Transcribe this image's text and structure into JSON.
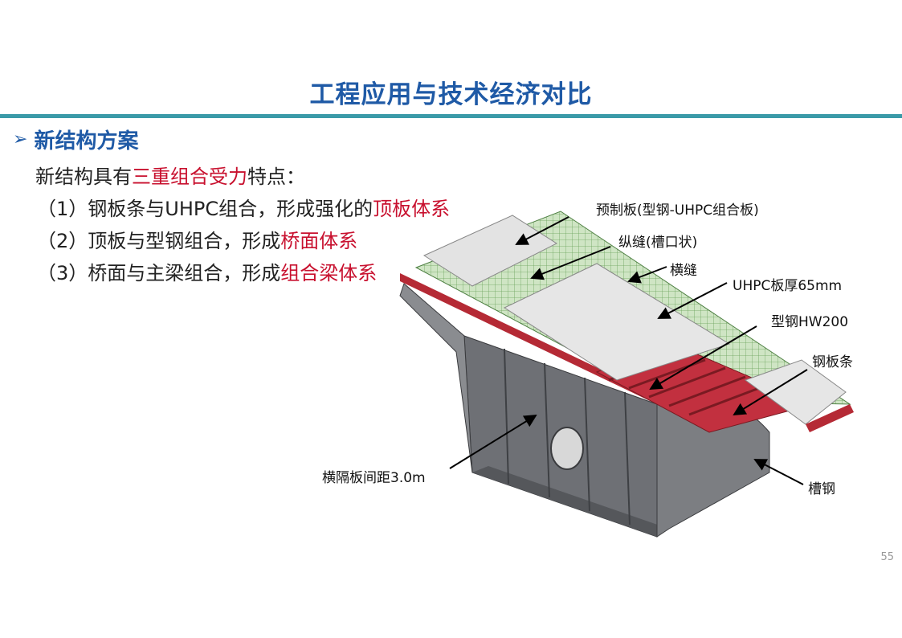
{
  "slide": {
    "title": "工程应用与技术经济对比",
    "section": "新结构方案",
    "intro": {
      "prefix": "新结构具有",
      "highlight": "三重组合受力",
      "suffix": "特点："
    },
    "items": [
      {
        "prefix": "（1）钢板条与UHPC组合，形成强化的",
        "highlight": "顶板体系"
      },
      {
        "prefix": "（2）顶板与型钢组合，形成",
        "highlight": "桥面体系"
      },
      {
        "prefix": "（3）桥面与主梁组合，形成",
        "highlight": "组合梁体系"
      }
    ],
    "page_number": "55"
  },
  "figure": {
    "labels": {
      "precast": "预制板(型钢-UHPC组合板)",
      "long_seam": "纵缝(槽口状)",
      "trans_seam": "横缝",
      "uhpc": "UHPC板厚65mm",
      "hw": "型钢HW200",
      "strip": "钢板条",
      "diaphragm": "横隔板间距3.0m",
      "channel": "槽钢"
    }
  },
  "colors": {
    "title": "#1f5aa6",
    "rule": "#3a9aa8",
    "highlight": "#c8102e",
    "bullet": "#1f5aa6"
  },
  "icons": {
    "bullet": "chevron-right-icon"
  }
}
